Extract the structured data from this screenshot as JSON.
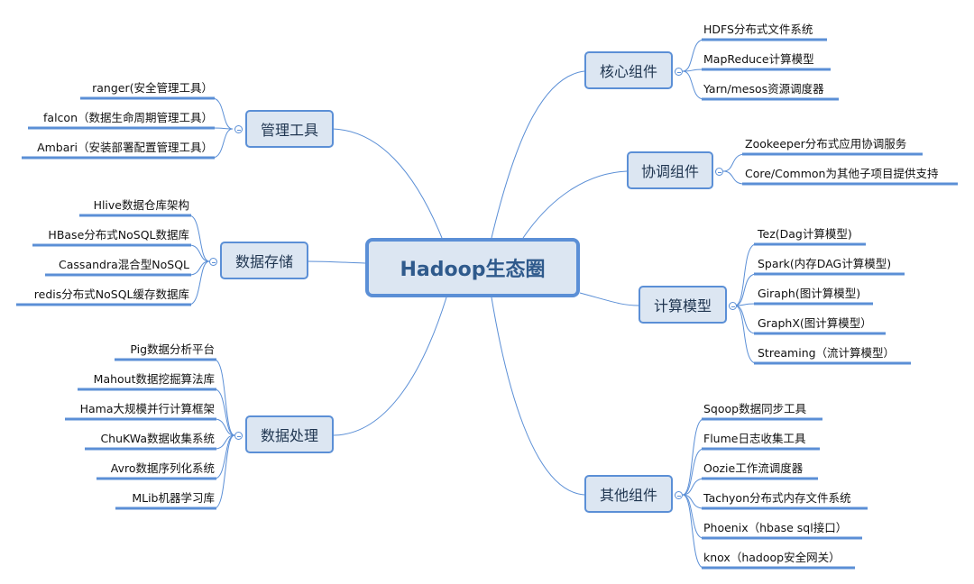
{
  "central": {
    "label": "Hadoop生态圈"
  },
  "colors": {
    "accent": "#5b8fd6",
    "node_fill": "#dce6f2",
    "central_text": "#2f5a8c"
  },
  "branches": {
    "core": {
      "label": "核心组件",
      "items": [
        "HDFS分布式文件系统",
        "MapReduce计算模型",
        "Yarn/mesos资源调度器"
      ]
    },
    "coord": {
      "label": "协调组件",
      "items": [
        "Zookeeper分布式应用协调服务",
        "Core/Common为其他子项目提供支持"
      ]
    },
    "compute": {
      "label": "计算模型",
      "items": [
        "Tez(Dag计算模型)",
        "Spark(内存DAG计算模型)",
        "Giraph(图计算模型)",
        "GraphX(图计算模型）",
        "Streaming（流计算模型）"
      ]
    },
    "other": {
      "label": "其他组件",
      "items": [
        "Sqoop数据同步工具",
        "Flume日志收集工具",
        "Oozie工作流调度器",
        "Tachyon分布式内存文件系统",
        "Phoenix（hbase sql接口）",
        "knox（hadoop安全网关）"
      ]
    },
    "mgmt": {
      "label": "管理工具",
      "items": [
        "ranger(安全管理工具）",
        "falcon（数据生命周期管理工具）",
        "Ambari（安装部署配置管理工具）"
      ]
    },
    "storage": {
      "label": "数据存储",
      "items": [
        "Hlive数据仓库架构",
        "HBase分布式NoSQL数据库",
        "Cassandra混合型NoSQL",
        "redis分布式NoSQL缓存数据库"
      ]
    },
    "processing": {
      "label": "数据处理",
      "items": [
        "Pig数据分析平台",
        "Mahout数据挖掘算法库",
        "Hama大规模并行计算框架",
        "ChuKWa数据收集系统",
        "Avro数据序列化系统",
        "MLib机器学习库"
      ]
    }
  }
}
